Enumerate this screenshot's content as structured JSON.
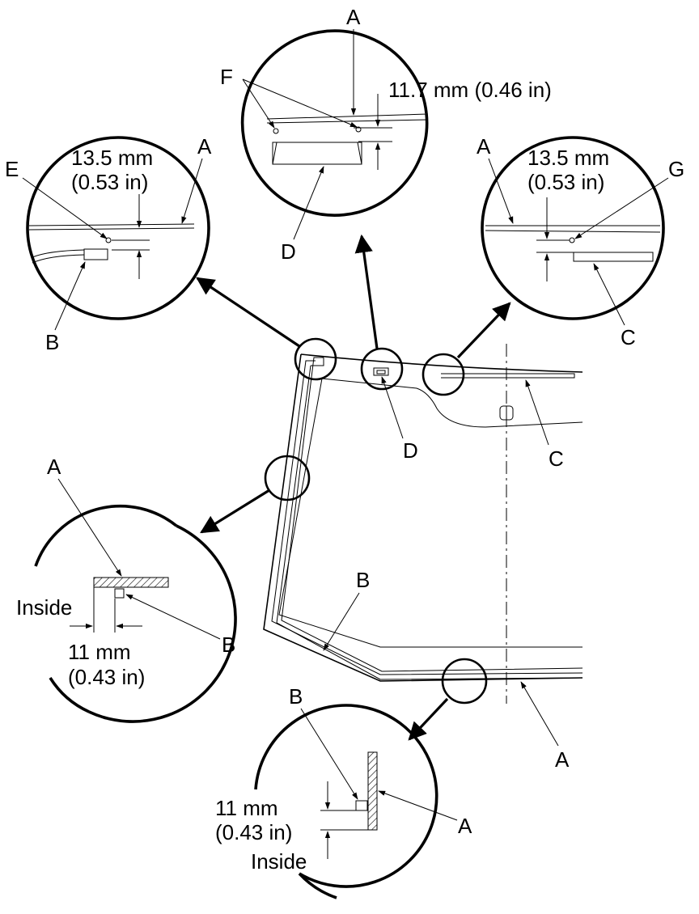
{
  "labels": {
    "top_A": "A",
    "top_F": "F",
    "top_dim": "11.7 mm (0.46 in)",
    "top_D": "D",
    "left_dim_1": "13.5 mm",
    "left_dim_2": "(0.53 in)",
    "left_A": "A",
    "left_E": "E",
    "left_B": "B",
    "right_A": "A",
    "right_dim_1": "13.5 mm",
    "right_dim_2": "(0.53 in)",
    "right_G": "G",
    "right_C": "C",
    "main_D": "D",
    "main_C": "C",
    "main_B": "B",
    "main_A": "A",
    "side_A": "A",
    "side_inside": "Inside",
    "side_B": "B",
    "side_dim_1": "11 mm",
    "side_dim_2": "(0.43 in)",
    "bottom_B": "B",
    "bottom_dim_1": "11 mm",
    "bottom_dim_2": "(0.43 in)",
    "bottom_A": "A",
    "bottom_inside": "Inside"
  },
  "colors": {
    "ink": "#000000",
    "paper": "#ffffff"
  }
}
